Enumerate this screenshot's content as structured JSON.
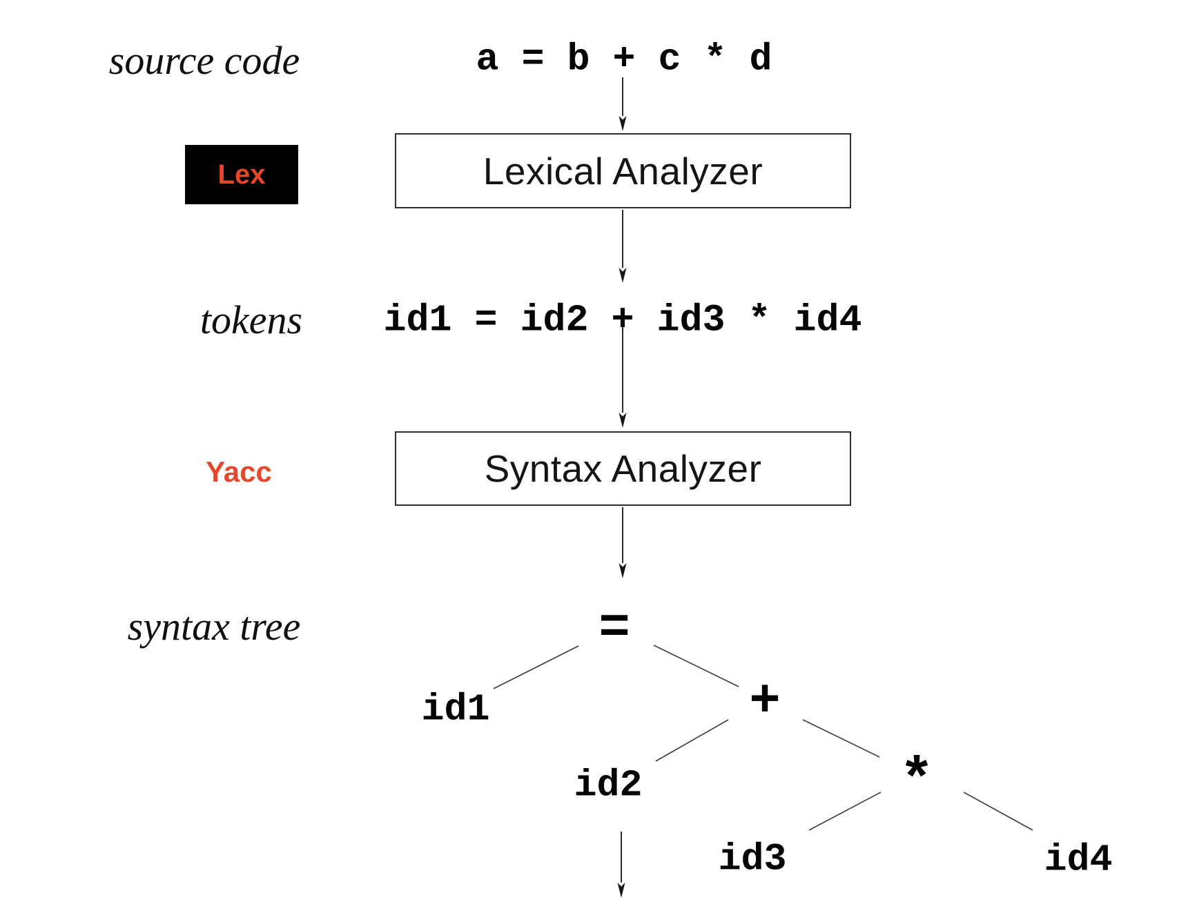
{
  "palette": {
    "accent_red": "#e5472b",
    "line_color": "#3c3c3c",
    "box_border": "#2e2e2e",
    "lex_tag_background": "#000000"
  },
  "stages": {
    "source_label": "source code",
    "source_expression": "a = b + c * d",
    "lex_tag": "Lex",
    "lexical_analyzer": "Lexical Analyzer",
    "tokens_label": "tokens",
    "tokens_expression": "id1 = id2 + id3 * id4",
    "yacc_tag": "Yacc",
    "syntax_analyzer": "Syntax Analyzer",
    "tree_label": "syntax tree"
  },
  "tree": {
    "root_op": "=",
    "plus_op": "+",
    "times_op": "*",
    "id1": "id1",
    "id2": "id2",
    "id3": "id3",
    "id4": "id4",
    "edges": [
      [
        "=",
        "id1"
      ],
      [
        "=",
        "+"
      ],
      [
        "+",
        "id2"
      ],
      [
        "+",
        "*"
      ],
      [
        "*",
        "id3"
      ],
      [
        "*",
        "id4"
      ]
    ]
  }
}
